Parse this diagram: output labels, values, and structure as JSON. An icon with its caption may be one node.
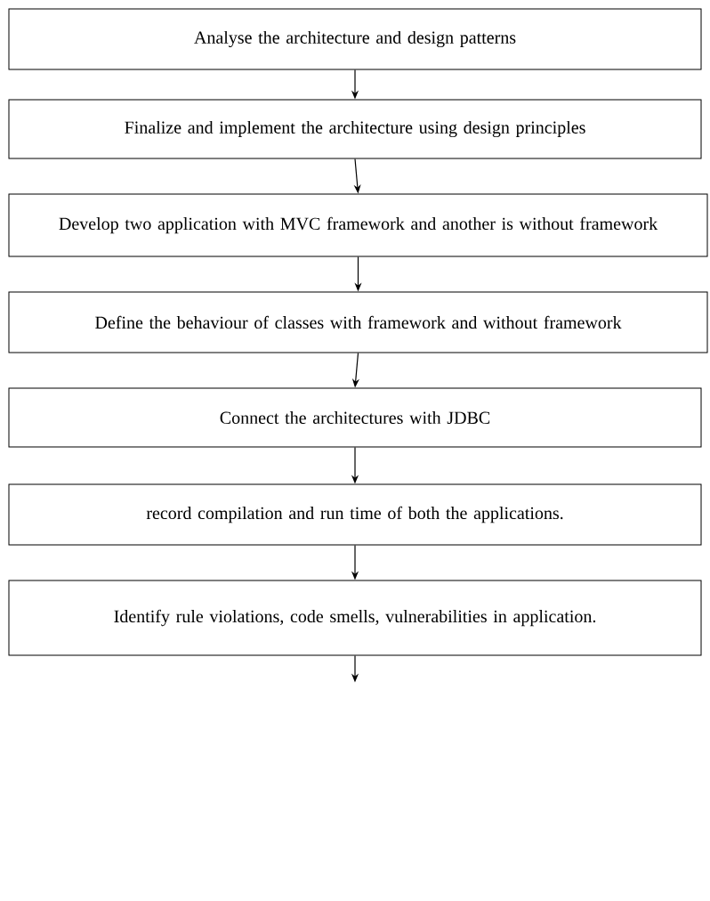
{
  "diagram": {
    "nodes": [
      {
        "text": [
          "Analyse the architecture and design patterns"
        ]
      },
      {
        "text": [
          "Finalize and implement the architecture using design principles"
        ]
      },
      {
        "text": [
          "Develop two application with MVC framework and another is without framework"
        ]
      },
      {
        "text": [
          "Define the behaviour of classes with framework and without framework"
        ]
      },
      {
        "text": [
          "Connect the architectures with JDBC"
        ]
      },
      {
        "text": [
          "record compilation and run time of both the applications."
        ]
      },
      {
        "text": [
          "Identify rule violations, code smells, vulnerabilities in application."
        ]
      }
    ],
    "edges": [
      {
        "from": 0,
        "to": 1,
        "arrow": "to"
      },
      {
        "from": 1,
        "to": 2,
        "arrow": "to"
      },
      {
        "from": 2,
        "to": 3,
        "arrow": "to"
      },
      {
        "from": 3,
        "to": 4,
        "arrow": "to"
      },
      {
        "from": 4,
        "to": 5,
        "arrow": "to"
      },
      {
        "from": 5,
        "to": 6,
        "arrow": "to"
      },
      {
        "from": 6,
        "to": null,
        "arrow": "to"
      }
    ]
  }
}
